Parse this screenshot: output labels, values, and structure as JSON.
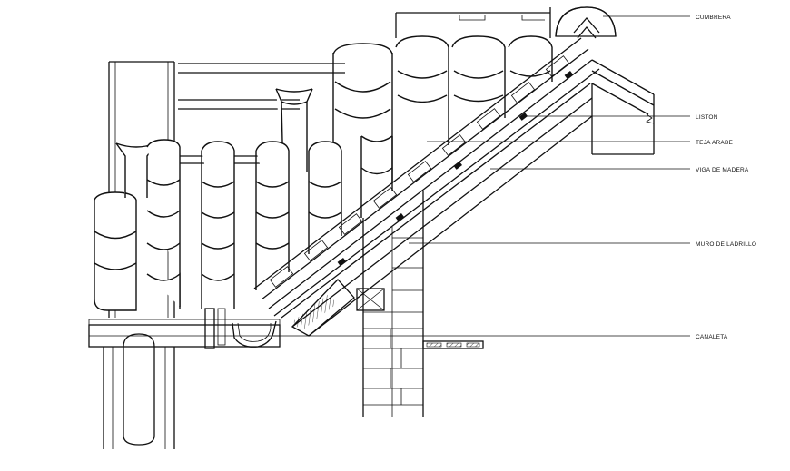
{
  "labels": {
    "cumbrera": "CUMBRERA",
    "liston": "LISTON",
    "teja_arabe": "TEJA ARABE",
    "viga_madera": "VIGA DE MADERA",
    "muro_ladrillo": "MURO DE LADRILLO",
    "canaleta": "CANALETA"
  },
  "colors": {
    "line": "#111111",
    "background": "#ffffff"
  }
}
